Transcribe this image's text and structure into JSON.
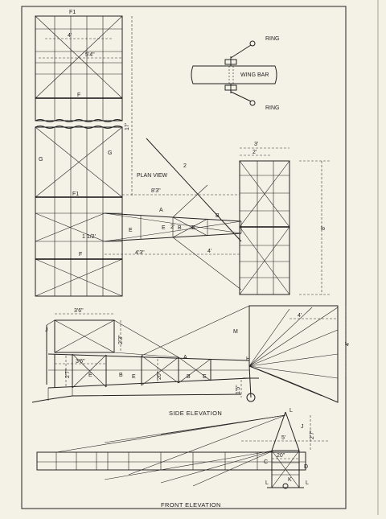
{
  "labels": {
    "f1_top": "F1",
    "w4_top": "4'",
    "w54": "5'4\"",
    "f_mid": "F",
    "g_left": "G",
    "g_right": "G",
    "d17": "17'",
    "f1_low": "F1",
    "f_low": "F",
    "plan_view": "PLAN VIEW",
    "n2": "2",
    "d83": "8'3\"",
    "a_plan": "A",
    "b_plan": "B",
    "e_plan_l": "E",
    "e_plan_m": "E",
    "e_plan_r": "E",
    "b_plan_m": "B",
    "d2_plan": "2'",
    "d12": "1 1/2'",
    "d43": "4'3\"",
    "d4_plan": "4'",
    "d3_top": "3'",
    "d2_top": "2'",
    "d8": "8'",
    "ring_top": "RING",
    "wing_bar": "WING BAR",
    "ring_bot": "RING",
    "j_side": "J",
    "d36a": "3'6\"",
    "d36b": "3'6\"",
    "d23": "2'3\"",
    "d27": "2'7\"",
    "e_side_1": "E",
    "b_side_1": "B",
    "e_side_2": "E",
    "a_side": "A",
    "b_side_2": "B",
    "e_side_3": "E",
    "d20_side": "20\"",
    "m_side": "M",
    "d4_side": "4'",
    "h_side": "H",
    "d4_right": "4'",
    "d15": "1'5\"",
    "side_caption": "SIDE ELEVATION",
    "l_top": "L",
    "j_front": "J",
    "d27_front": "2'7\"",
    "d5": "5'",
    "c_front": "C",
    "d20_front": "20\"",
    "k_front": "K",
    "d_front": "D",
    "l_bl": "L",
    "l_br": "L",
    "front_caption": "FRONT ELEVATION"
  }
}
